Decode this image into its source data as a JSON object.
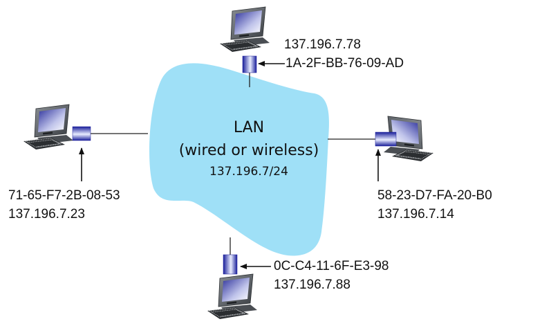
{
  "lan": {
    "title": "LAN",
    "subtitle": "(wired or wireless)",
    "subnet": "137.196.7/24",
    "fill_color": "#9fe0f7"
  },
  "hosts": [
    {
      "position": "top",
      "ip": "137.196.7.78",
      "mac": "1A-2F-BB-76-09-AD"
    },
    {
      "position": "left",
      "ip": "137.196.7.23",
      "mac": "71-65-F7-2B-08-53"
    },
    {
      "position": "right",
      "ip": "137.196.7.14",
      "mac": "58-23-D7-FA-20-B0"
    },
    {
      "position": "bottom",
      "ip": "137.196.7.88",
      "mac": "0C-C4-11-6F-E3-98"
    }
  ],
  "icons": {
    "host": "desktop-computer-icon",
    "adapter": "network-adapter-icon"
  },
  "colors": {
    "adapter_dark": "#1a1f9a",
    "adapter_light": "#e8ecff",
    "line": "#222222"
  }
}
